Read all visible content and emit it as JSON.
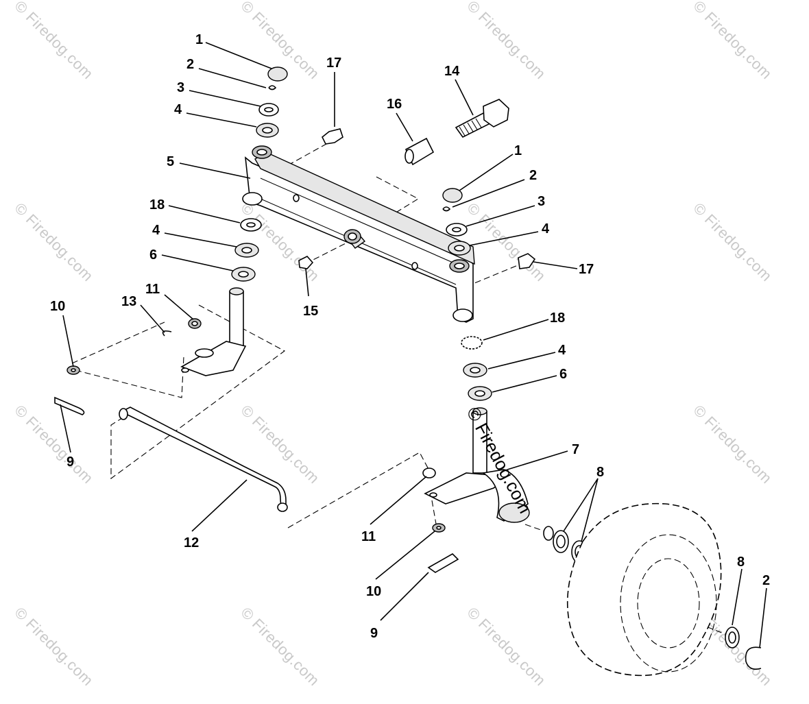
{
  "watermark": {
    "text": "© Firedog.com"
  },
  "callouts": {
    "left_1": "1",
    "left_2": "2",
    "left_3": "3",
    "left_4a": "4",
    "left_5": "5",
    "left_18": "18",
    "left_4b": "4",
    "left_6": "6",
    "top_17": "17",
    "top_16": "16",
    "top_14": "14",
    "right_1": "1",
    "right_2": "2",
    "right_3": "3",
    "right_4a": "4",
    "right_17": "17",
    "center_15": "15",
    "left_13": "13",
    "left_11": "11",
    "left_10": "10",
    "left_9": "9",
    "right_18": "18",
    "right_4b": "4",
    "right_6": "6",
    "right_7": "7",
    "right_8a": "8",
    "bottom_12": "12",
    "bottom_11": "11",
    "bottom_10": "10",
    "bottom_9": "9",
    "wheel_8": "8",
    "wheel_2": "2"
  }
}
